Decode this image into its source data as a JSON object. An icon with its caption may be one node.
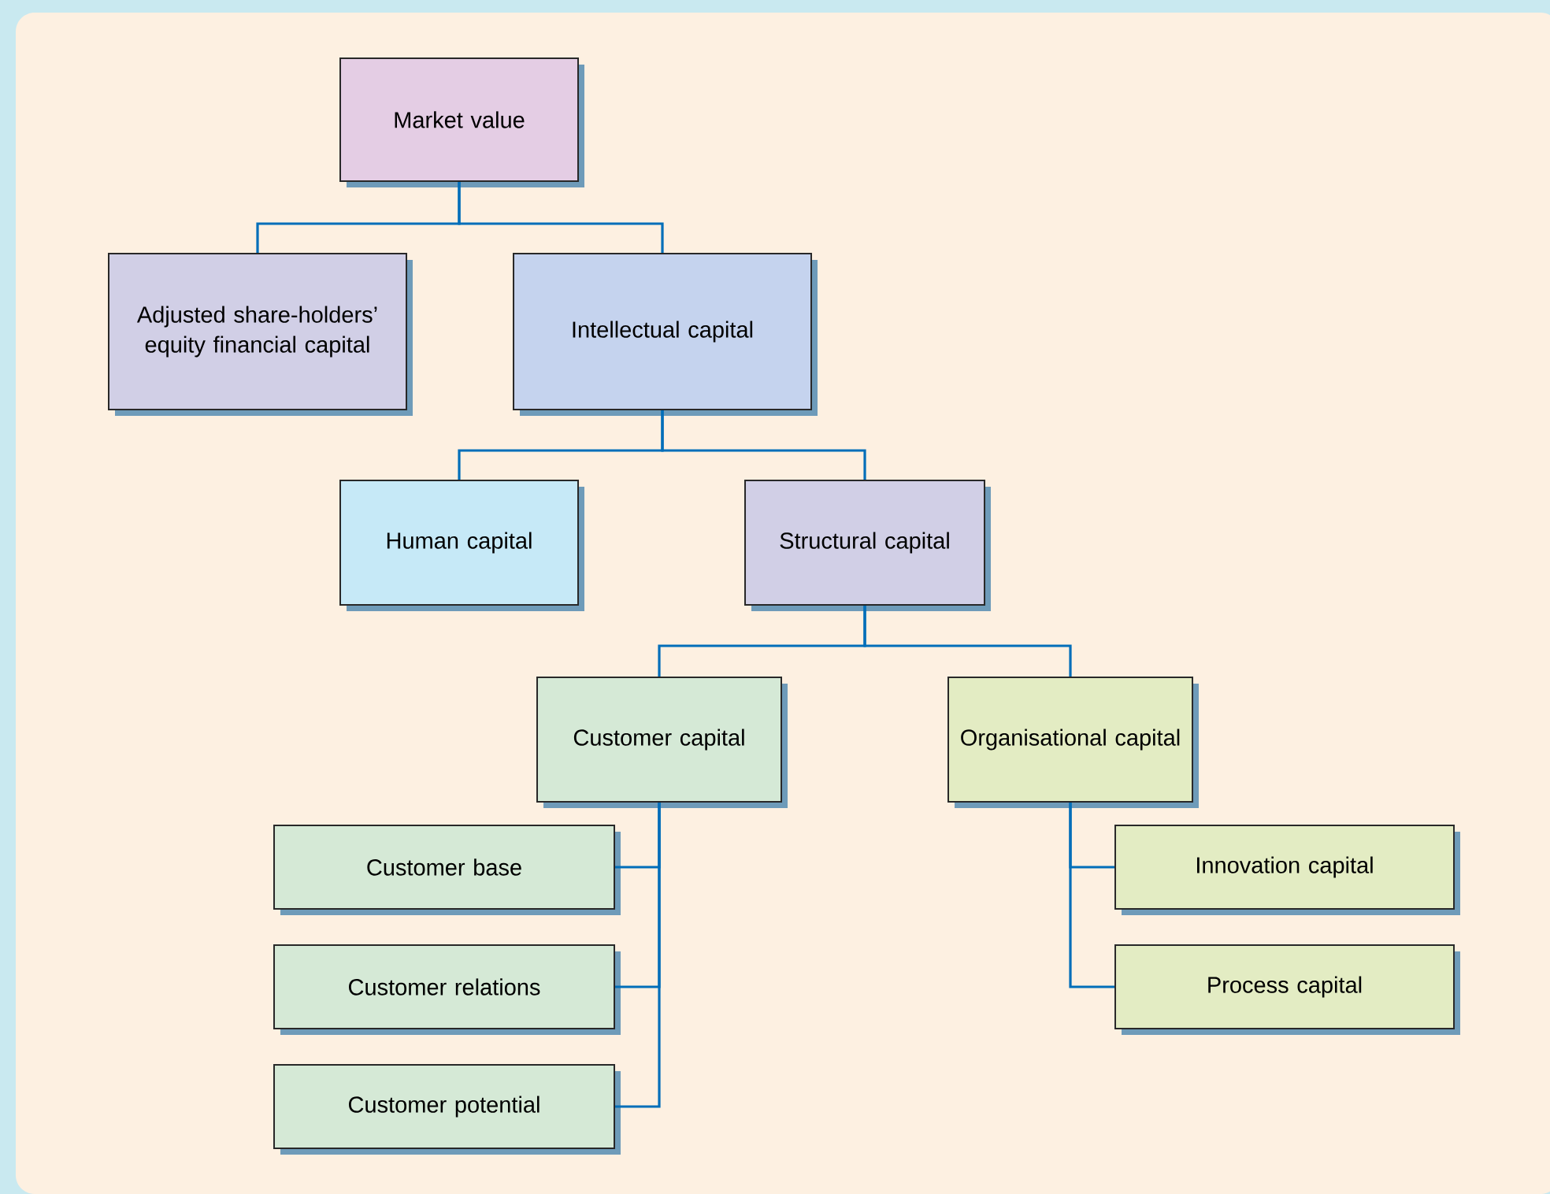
{
  "diagram": {
    "nodes": [
      {
        "text": [
          "Market value"
        ]
      },
      {
        "text": [
          "Adjusted share-holders’ equity financial capital"
        ]
      },
      {
        "text": [
          "Intellectual capital"
        ]
      },
      {
        "text": [
          "Human capital"
        ]
      },
      {
        "text": [
          "Structural capital"
        ]
      },
      {
        "text": [
          "Customer capital"
        ]
      },
      {
        "text": [
          "Organisational capital"
        ]
      },
      {
        "text": [
          "Customer base"
        ]
      },
      {
        "text": [
          "Customer relations"
        ]
      },
      {
        "text": [
          "Customer potential"
        ]
      },
      {
        "text": [
          "Innovation capital"
        ]
      },
      {
        "text": [
          "Process capital"
        ]
      }
    ],
    "edges": [
      {
        "from": 0,
        "to": 1,
        "arrow": "none"
      },
      {
        "from": 0,
        "to": 2,
        "arrow": "none"
      },
      {
        "from": 2,
        "to": 3,
        "arrow": "none"
      },
      {
        "from": 2,
        "to": 4,
        "arrow": "none"
      },
      {
        "from": 4,
        "to": 5,
        "arrow": "none"
      },
      {
        "from": 4,
        "to": 6,
        "arrow": "none"
      },
      {
        "from": 5,
        "to": 7,
        "arrow": "none"
      },
      {
        "from": 5,
        "to": 8,
        "arrow": "none"
      },
      {
        "from": 5,
        "to": 9,
        "arrow": "none"
      },
      {
        "from": 6,
        "to": 10,
        "arrow": "none"
      },
      {
        "from": 6,
        "to": 11,
        "arrow": "none"
      }
    ]
  }
}
